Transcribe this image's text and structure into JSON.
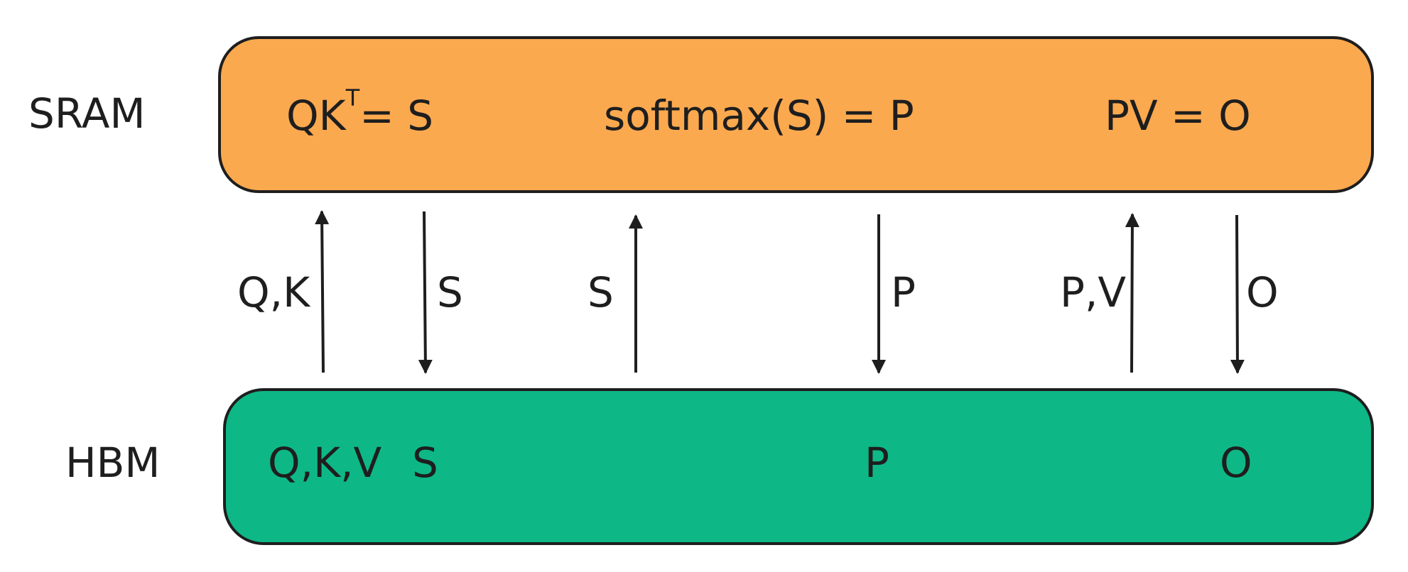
{
  "colors": {
    "sram_fill": "#fba94f",
    "hbm_fill": "#0db886",
    "stroke": "#1e1e1e",
    "background": "#ffffff"
  },
  "labels": {
    "sram": "SRAM",
    "hbm": "HBM"
  },
  "sram": {
    "formula_qk": "QK",
    "formula_qk_sup": "T",
    "formula_qk_rest": "= S",
    "formula_softmax": "softmax(S) = P",
    "formula_pv": "PV = O"
  },
  "transfers": [
    {
      "label": "Q,K",
      "direction": "up"
    },
    {
      "label": "S",
      "direction": "down"
    },
    {
      "label": "S",
      "direction": "up"
    },
    {
      "label": "P",
      "direction": "down"
    },
    {
      "label": "P,V",
      "direction": "up"
    },
    {
      "label": "O",
      "direction": "down"
    }
  ],
  "hbm": {
    "item_qkv": "Q,K,V",
    "item_s": "S",
    "item_p": "P",
    "item_o": "O"
  }
}
